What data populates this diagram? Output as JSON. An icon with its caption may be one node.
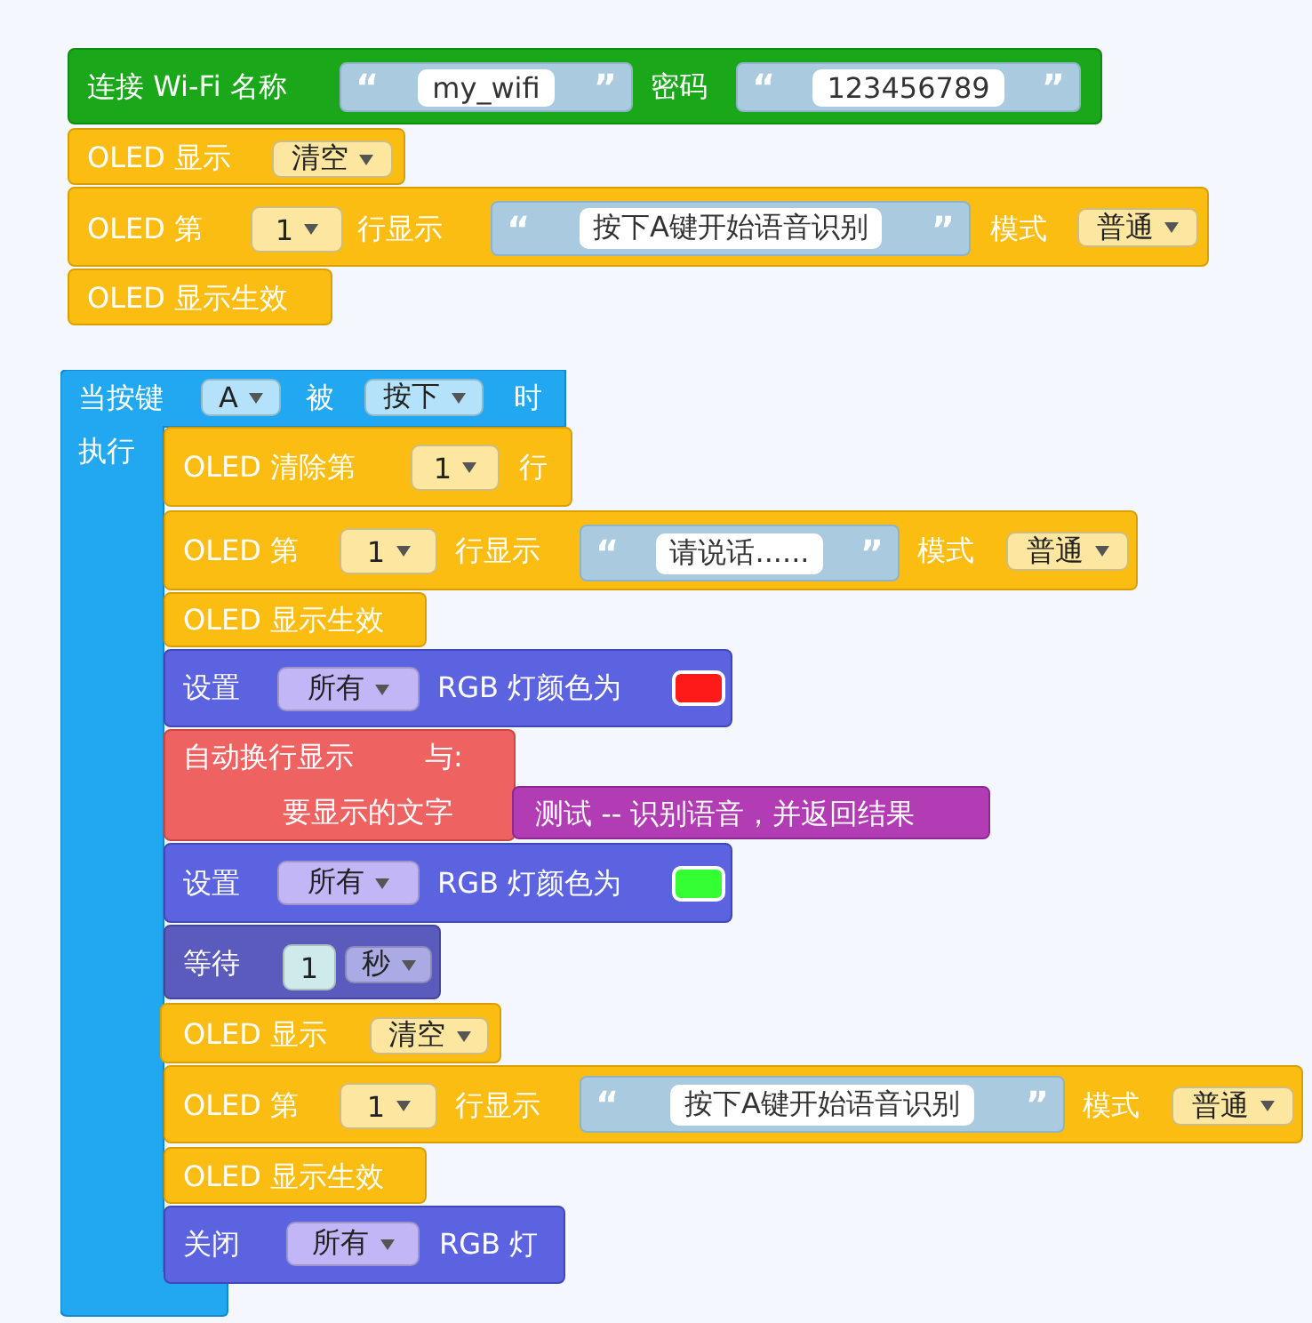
{
  "diagram": {
    "nodes": [
      {
        "text": [
          "连接 Wi-Fi 名称",
          "密码"
        ]
      },
      {
        "text": [
          "“",
          "my_wifi",
          "”"
        ],
        "in": 0
      },
      {
        "text": [
          "“",
          "123456789",
          "”"
        ],
        "in": 0
      },
      {
        "text": [
          "OLED 显示"
        ]
      },
      {
        "text": [
          "清空"
        ],
        "in": 3
      },
      {
        "text": [
          "OLED 第",
          "行显示",
          "模式"
        ]
      },
      {
        "text": [
          "1"
        ],
        "in": 5
      },
      {
        "text": [
          "“",
          "按下A键开始语音识别",
          "”"
        ],
        "in": 5
      },
      {
        "text": [
          "普通"
        ],
        "in": 5
      },
      {
        "text": [
          "OLED 显示生效"
        ]
      },
      {
        "text": [
          "当按键",
          "被",
          "时",
          "执行"
        ]
      },
      {
        "text": [
          "A"
        ],
        "in": 10
      },
      {
        "text": [
          "按下"
        ],
        "in": 10
      },
      {
        "text": [
          "OLED 清除第",
          "行"
        ]
      },
      {
        "text": [
          "1"
        ],
        "in": 13
      },
      {
        "text": [
          "OLED 第",
          "行显示",
          "模式"
        ]
      },
      {
        "text": [
          "1"
        ],
        "in": 15
      },
      {
        "text": [
          "“",
          "请说话......",
          "”"
        ],
        "in": 15
      },
      {
        "text": [
          "普通"
        ],
        "in": 15
      },
      {
        "text": [
          "OLED 显示生效"
        ]
      },
      {
        "text": [
          "设置",
          "RGB 灯颜色为"
        ]
      },
      {
        "text": [
          "所有"
        ],
        "in": 20
      },
      {
        "text": [],
        "shape": "box",
        "in": 20
      },
      {
        "text": [
          "自动换行显示",
          "与:",
          "要显示的文字"
        ]
      },
      {
        "text": [
          "测试 -- 识别语音，并返回结果"
        ]
      },
      {
        "text": [
          "设置",
          "RGB 灯颜色为"
        ]
      },
      {
        "text": [
          "所有"
        ],
        "in": 25
      },
      {
        "text": [],
        "shape": "box",
        "in": 25
      },
      {
        "text": [
          "等待"
        ]
      },
      {
        "text": [
          "1"
        ],
        "in": 28
      },
      {
        "text": [
          "秒"
        ],
        "in": 28
      },
      {
        "text": [
          "OLED 显示"
        ]
      },
      {
        "text": [
          "清空"
        ],
        "in": 31
      },
      {
        "text": [
          "OLED 第",
          "行显示",
          "模式"
        ]
      },
      {
        "text": [
          "1"
        ],
        "in": 33
      },
      {
        "text": [
          "“",
          "按下A键开始语音识别",
          "”"
        ],
        "in": 33
      },
      {
        "text": [
          "普通"
        ],
        "in": 33
      },
      {
        "text": [
          "OLED 显示生效"
        ]
      },
      {
        "text": [
          "关闭",
          "RGB 灯"
        ]
      },
      {
        "text": [
          "所有"
        ],
        "in": 38
      }
    ]
  }
}
